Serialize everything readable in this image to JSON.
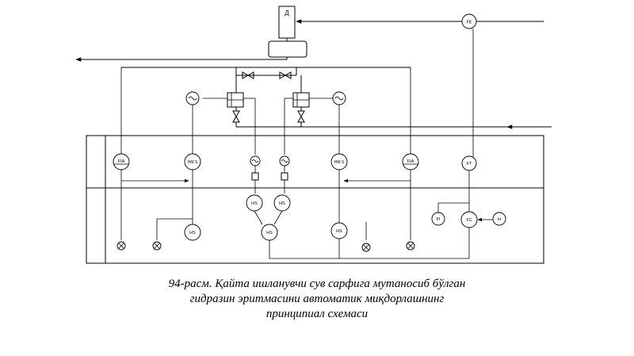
{
  "diagram": {
    "device_d": "Д",
    "labels": {
      "fe": "FE",
      "fia_left": "FIA",
      "fia_right": "FIA",
      "hms_left": "HM S",
      "hms_right": "HM S",
      "ft": "FT",
      "hs_a": "HS",
      "hs_b": "HS",
      "hs_c": "HS",
      "hs_d": "HS",
      "hs_e": "HS",
      "fi": "FI",
      "fc": "FC",
      "h": "H"
    }
  },
  "caption": {
    "line1": "94-расм. Қайта ишланувчи сув сарфига мутаносиб бўлган",
    "line2": "гидразин эритмасини автоматик миқдорлашнинг",
    "line3": "принципиал схемаси"
  }
}
